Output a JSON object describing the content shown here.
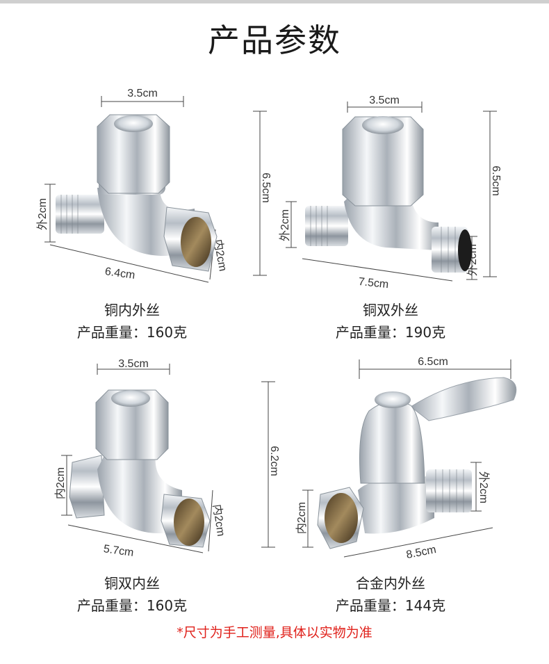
{
  "page": {
    "title": "产品参数",
    "note": "*尺寸为手工测量,具体以实物为准"
  },
  "products": [
    {
      "name": "铜内外丝",
      "weight": "产品重量：160克",
      "dims": {
        "top": "3.5cm",
        "height": "6.5cm",
        "left": "外2cm",
        "right": "内2cm",
        "bottom": "6.4cm"
      }
    },
    {
      "name": "铜双外丝",
      "weight": "产品重量：190克",
      "dims": {
        "top": "3.5cm",
        "height": "6.5cm",
        "left": "外2cm",
        "right": "外2cm",
        "bottom": "7.5cm"
      }
    },
    {
      "name": "铜双内丝",
      "weight": "产品重量：160克",
      "dims": {
        "top": "3.5cm",
        "height": "6.2cm",
        "left": "内2cm",
        "right": "内2cm",
        "bottom": "5.7cm"
      }
    },
    {
      "name": "合金内外丝",
      "weight": "产品重量：144克",
      "dims": {
        "top": "6.5cm",
        "left": "内2cm",
        "right": "外2cm",
        "bottom": "8.5cm"
      }
    }
  ]
}
